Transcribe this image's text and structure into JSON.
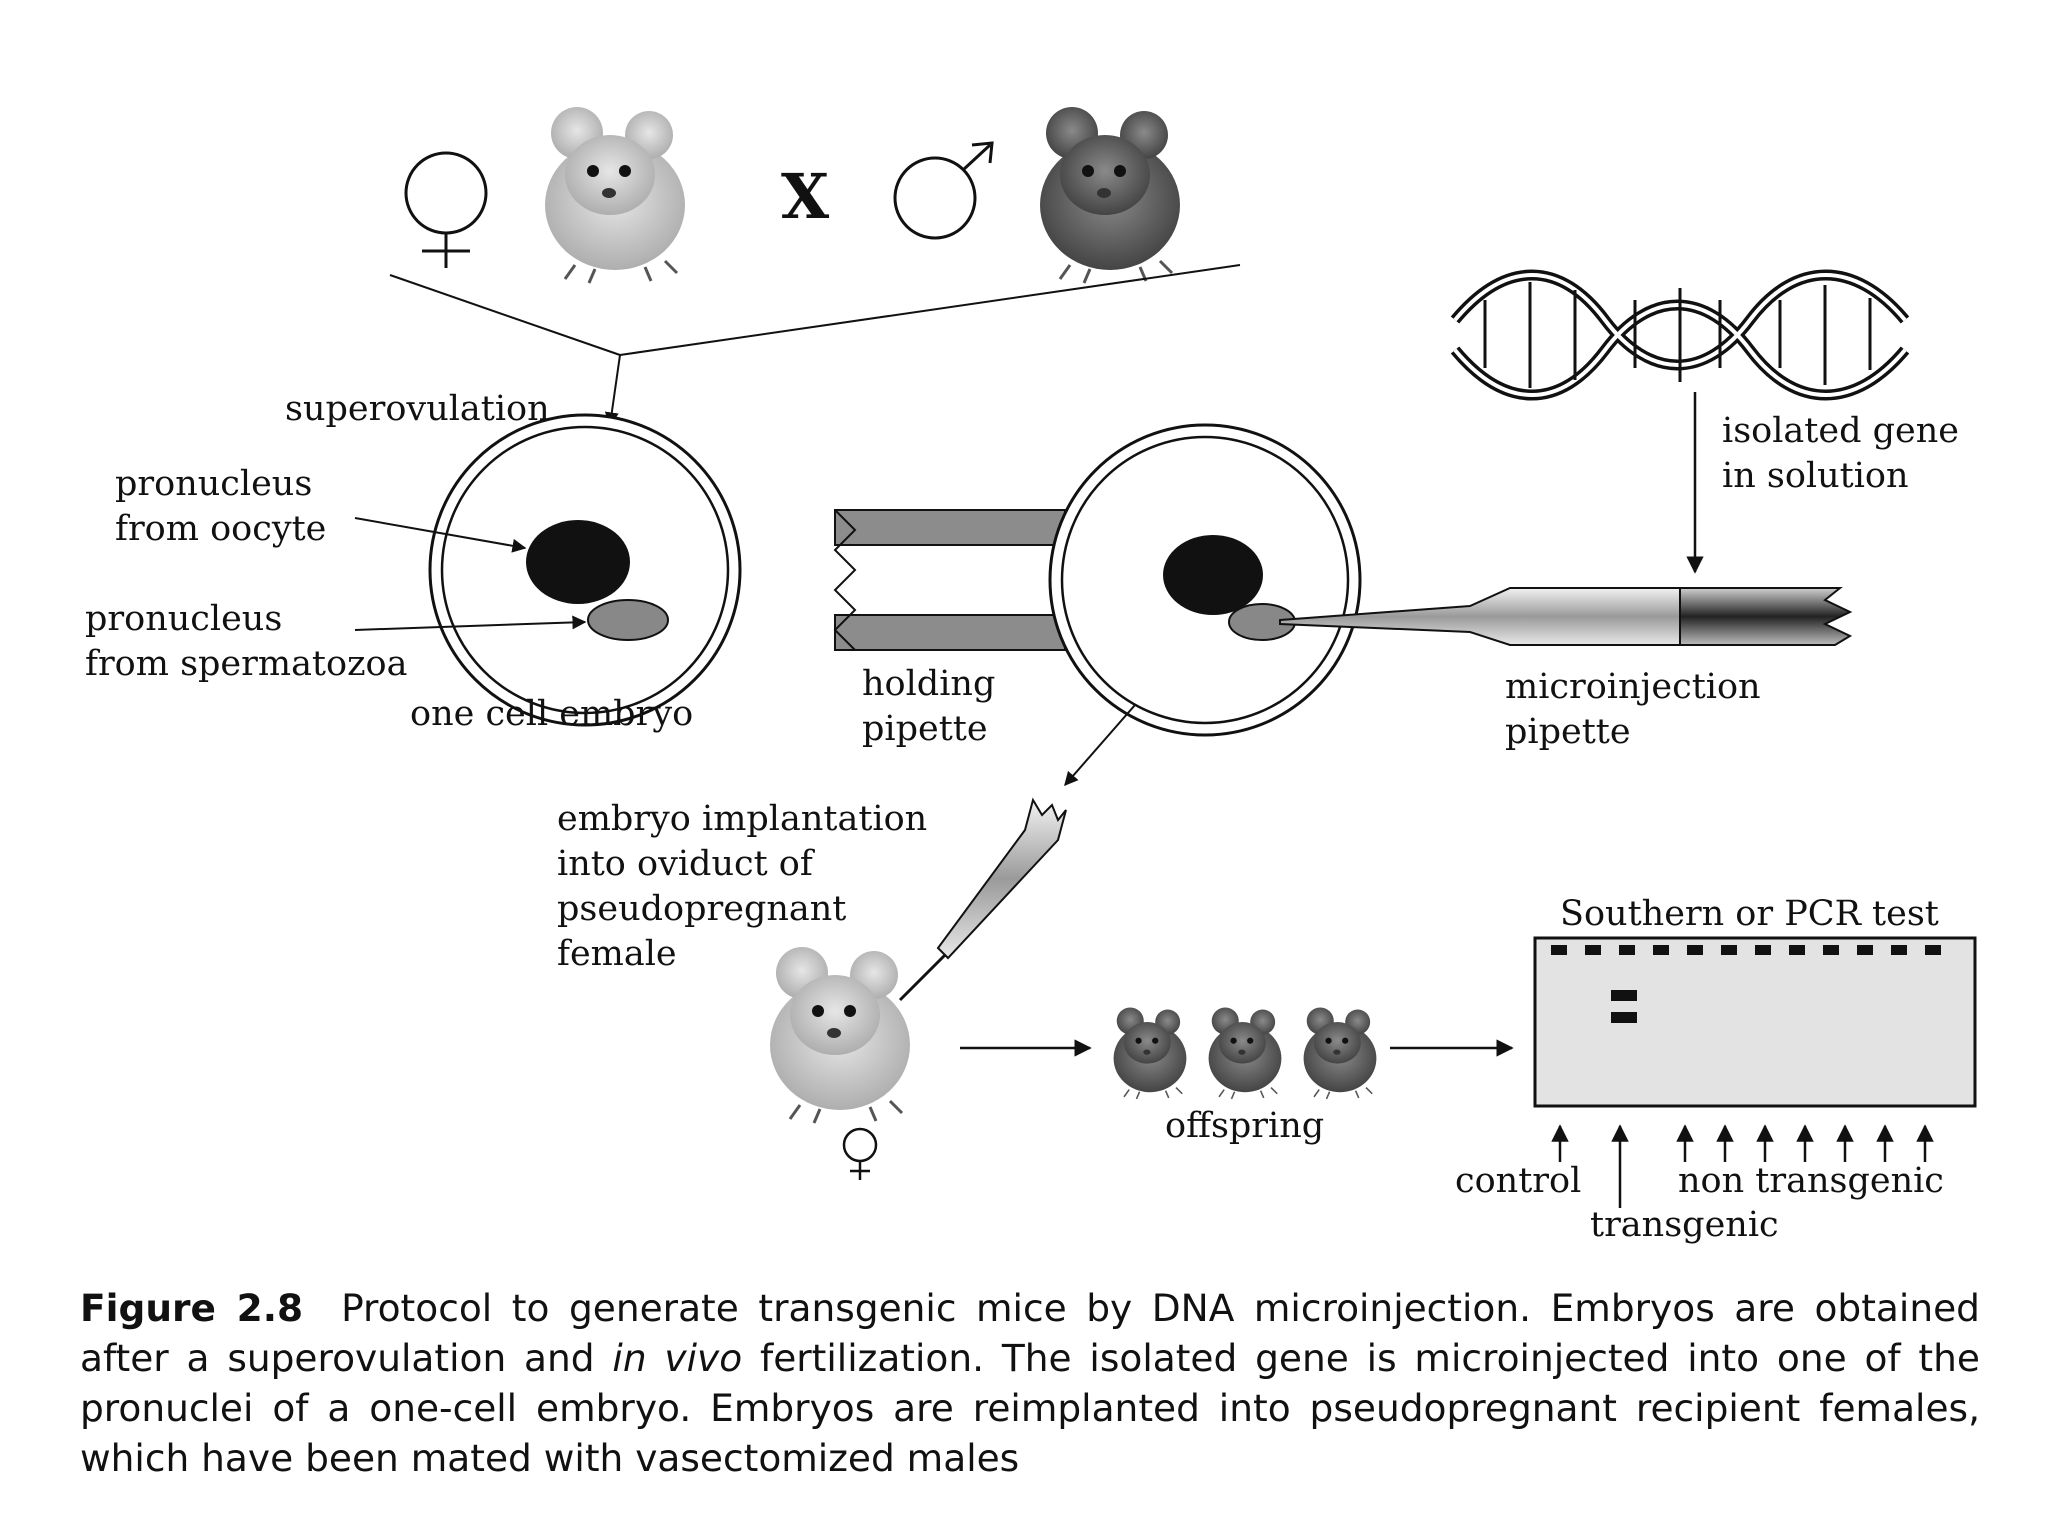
{
  "labels": {
    "superovulation": "superovulation",
    "pronucleus_oocyte": [
      "pronucleus",
      "from oocyte"
    ],
    "pronucleus_sperm": [
      "pronucleus",
      "from spermatozoa"
    ],
    "one_cell_embryo": "one cell embryo",
    "holding_pipette": [
      "holding",
      "pipette"
    ],
    "microinjection_pipette": [
      "microinjection",
      "pipette"
    ],
    "isolated_gene": [
      "isolated gene",
      "in solution"
    ],
    "implantation": [
      "embryo implantation",
      "into oviduct of",
      "pseudopregnant",
      "female"
    ],
    "offspring": "offspring",
    "test_title": "Southern or PCR test",
    "control": "control",
    "transgenic": "transgenic",
    "non_transgenic": "non transgenic",
    "cross": "X",
    "female_symbol": "♀",
    "male_symbol": "♂"
  },
  "caption": {
    "figure_number": "Figure 2.8",
    "part1": "Protocol to generate transgenic mice by DNA microinjection. Embryos are obtained after a superovulation and ",
    "italic": "in vivo",
    "part2": " fertilization. The isolated gene is microinjected into one of the pronuclei of a one-cell embryo. Embryos are reimplanted into pseudopregnant recipient females, which have been mated with vasectomized males"
  },
  "colors": {
    "ink": "#111111",
    "mouse_light": "#bdbdbd",
    "mouse_dark": "#555555",
    "pipette_gray": "#8c8c8c",
    "gel": "#e3e3e3"
  },
  "icons": [
    "female-symbol-icon",
    "male-symbol-icon",
    "mouse-icon",
    "dna-helix-icon",
    "arrow-icon"
  ]
}
